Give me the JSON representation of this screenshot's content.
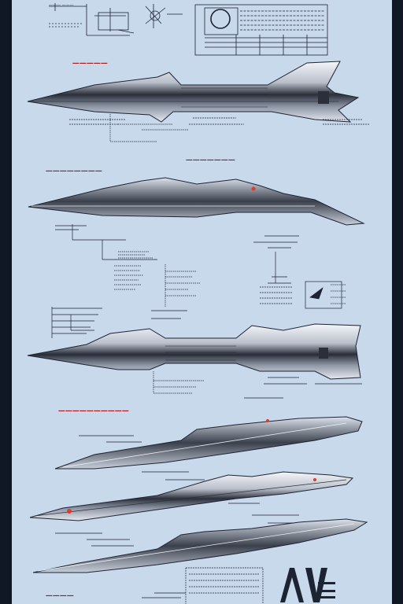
{
  "sheet": {
    "background": "#c9d9ec",
    "frame": "#101826",
    "ink": "#1c2333",
    "label_red": "#a11d1d"
  },
  "ships": [
    {
      "id": "top-view",
      "facing": "left"
    },
    {
      "id": "side-view-upper",
      "facing": "left"
    },
    {
      "id": "side-view-mid",
      "facing": "left"
    },
    {
      "id": "angled-view-a",
      "facing": "left"
    },
    {
      "id": "angled-view-b",
      "facing": "left"
    },
    {
      "id": "angled-view-c",
      "facing": "left"
    }
  ]
}
